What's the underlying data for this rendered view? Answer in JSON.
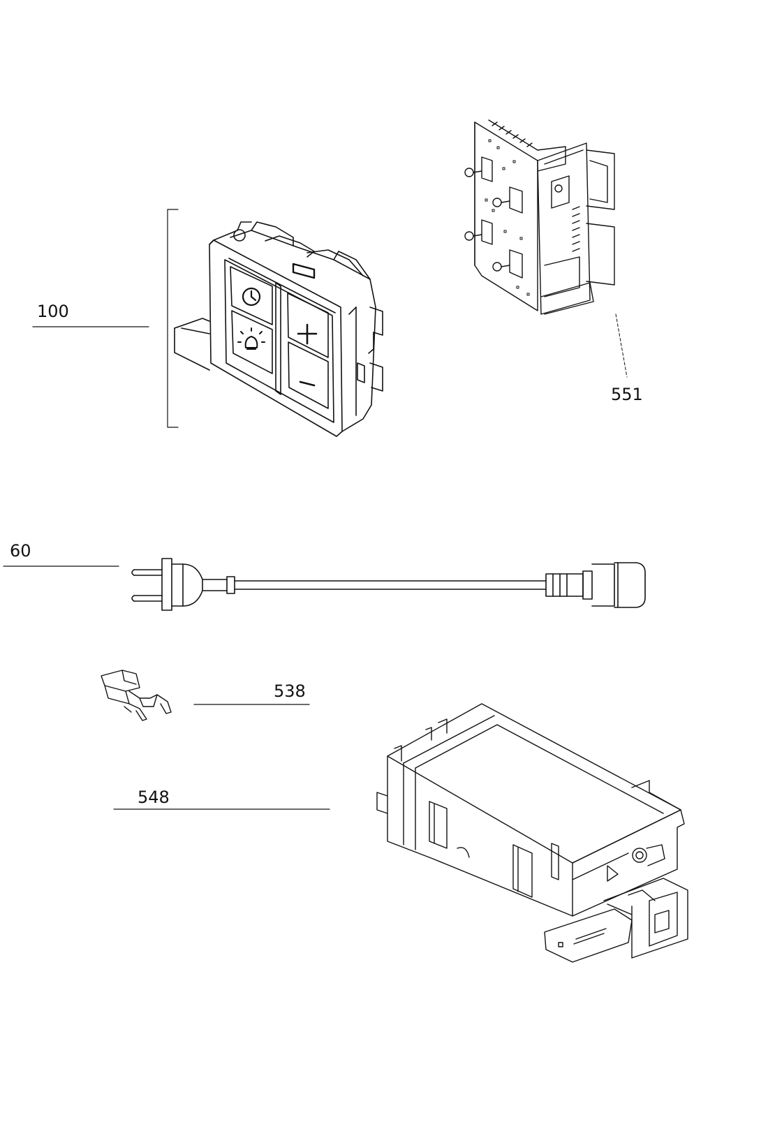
{
  "callouts": {
    "control_module": "100",
    "circuit_board": "551",
    "power_cord": "60",
    "clip": "538",
    "electronic_box": "548"
  },
  "icons": {
    "timer": "timer-icon",
    "light": "light-icon",
    "plus": "plus-icon",
    "minus": "minus-icon"
  },
  "colors": {
    "line": "#111111",
    "background": "#ffffff"
  }
}
